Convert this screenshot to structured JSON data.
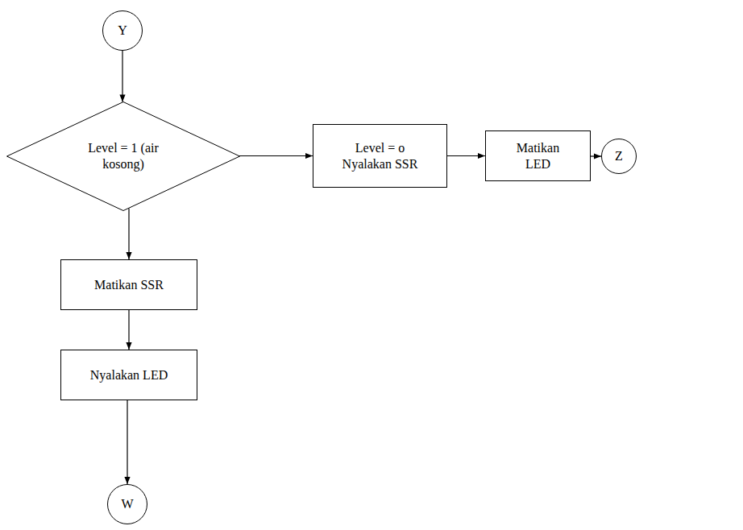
{
  "diagram": {
    "nodes": [
      {
        "text": [
          "Y"
        ]
      },
      {
        "text": [
          "Level = 1 (air kosong)"
        ]
      },
      {
        "text": [
          "Level = o Nyalakan SSR"
        ]
      },
      {
        "text": [
          "Matikan LED"
        ]
      },
      {
        "text": [
          "Z"
        ]
      },
      {
        "text": [
          "Matikan SSR"
        ]
      },
      {
        "text": [
          "Nyalakan LED"
        ]
      },
      {
        "text": [
          "W"
        ]
      }
    ],
    "edges": [
      {
        "from": 0,
        "to": 1,
        "arrow": "to"
      },
      {
        "from": 1,
        "to": 2,
        "arrow": "to"
      },
      {
        "from": 2,
        "to": 3,
        "arrow": "to"
      },
      {
        "from": 3,
        "to": 4,
        "arrow": "to"
      },
      {
        "from": 1,
        "to": 5,
        "arrow": "to"
      },
      {
        "from": 5,
        "to": 6,
        "arrow": "to"
      },
      {
        "from": 6,
        "to": 7,
        "arrow": "to"
      }
    ]
  }
}
